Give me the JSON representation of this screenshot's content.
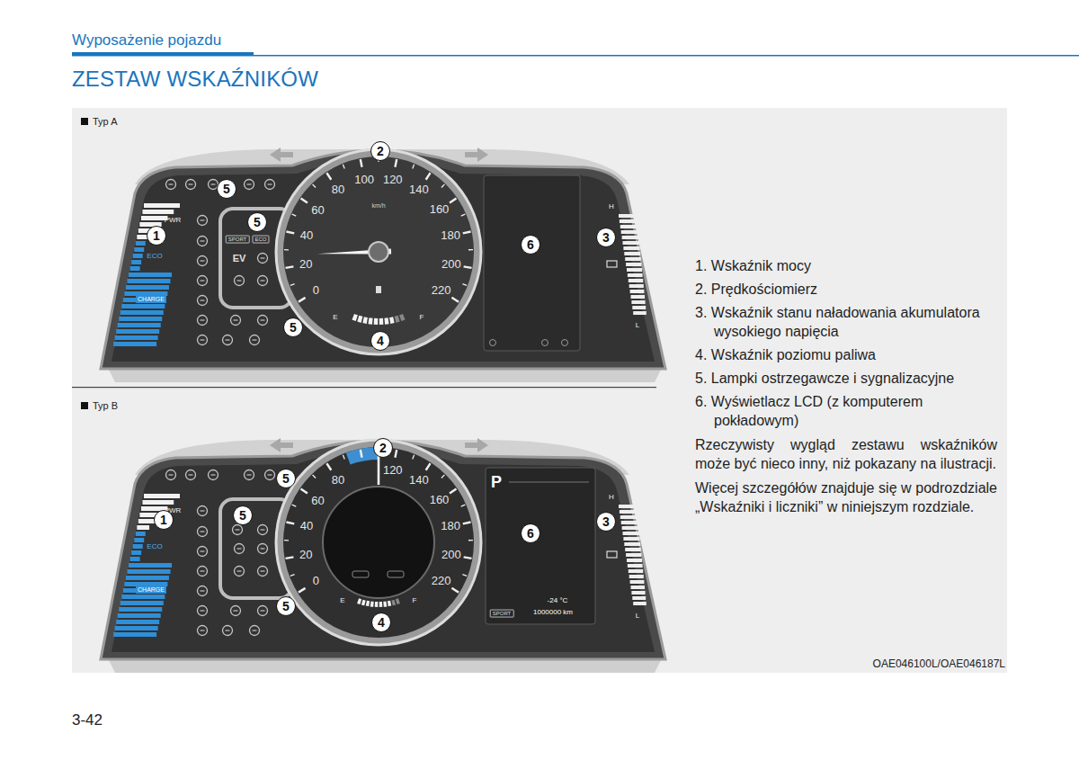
{
  "diagram": {
    "title": "ZESTAW WSKAŹNIKÓW",
    "nodes": [
      {
        "text": [
          "1"
        ]
      },
      {
        "text": [
          "2"
        ]
      },
      {
        "text": [
          "3"
        ]
      },
      {
        "text": [
          "4"
        ]
      },
      {
        "text": [
          "5"
        ]
      },
      {
        "text": [
          "5"
        ]
      },
      {
        "text": [
          "5"
        ]
      },
      {
        "text": [
          "6"
        ]
      },
      {
        "text": [
          "1"
        ]
      },
      {
        "text": [
          "2"
        ]
      },
      {
        "text": [
          "3"
        ]
      },
      {
        "text": [
          "4"
        ]
      },
      {
        "text": [
          "5"
        ]
      },
      {
        "text": [
          "5"
        ]
      },
      {
        "text": [
          "5"
        ]
      },
      {
        "text": [
          "6"
        ]
      }
    ],
    "labels": [
      "Wyposażenie pojazdu",
      "Typ A",
      "Typ B",
      "1. Wskaźnik mocy",
      "2. Prędkościomierz",
      "3. Wskaźnik stanu naładowania akumulatora wysokiego napięcia",
      "4. Wskaźnik poziomu paliwa",
      "5. Lampki ostrzegawcze i sygnalizacyjne",
      "6. Wyświetlacz LCD (z komputerem pokładowym)",
      "Rzeczywisty wygląd zestawu wskaźników może być nieco inny, niż pokazany na ilustracji.",
      "Więcej szczegółów znajduje się w podrozdziale „Wskaźniki i liczniki” w niniejszym rozdziale.",
      "OAE046100L/OAE046187L",
      "3-42",
      "0",
      "20",
      "40",
      "60",
      "80",
      "100",
      "120",
      "140",
      "160",
      "180",
      "200",
      "220",
      "km/h",
      "E",
      "F",
      "PWR",
      "ECO",
      "CHARGE",
      "H",
      "L",
      "EV",
      "SPORT",
      "ECO",
      "0",
      "20",
      "40",
      "60",
      "80",
      "120",
      "140",
      "160",
      "180",
      "200",
      "220",
      "E",
      "F",
      "PWR",
      "ECO",
      "CHARGE",
      "H",
      "L",
      "P",
      "SPORT",
      "-24 °C",
      "1000000 km"
    ]
  }
}
